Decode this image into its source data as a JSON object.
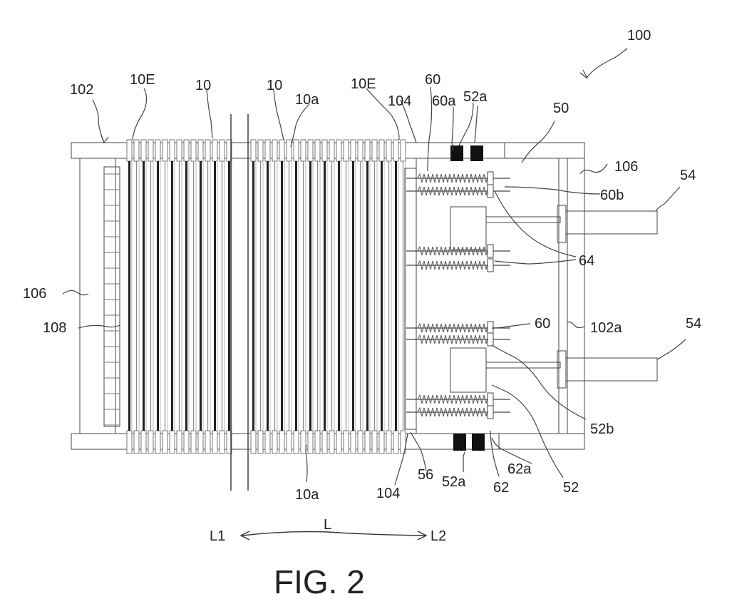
{
  "labels": {
    "l100": "100",
    "l102": "102",
    "l10E_left": "10E",
    "l10_left": "10",
    "l10_right": "10",
    "l10a_top": "10a",
    "l10E_right": "10E",
    "l104_top": "104",
    "l60_top": "60",
    "l60a": "60a",
    "l52a_top": "52a",
    "l50": "50",
    "l106_top": "106",
    "l54_top": "54",
    "l60b": "60b",
    "l64": "64",
    "l106_left": "106",
    "l108": "108",
    "l60_mid": "60",
    "l102a": "102a",
    "l54_mid": "54",
    "l52b": "52b",
    "l62a": "62a",
    "l56": "56",
    "l52a_bottom": "52a",
    "l62": "62",
    "l52": "52",
    "l10a_bottom": "10a",
    "l104_bottom": "104",
    "L1": "L1",
    "L": "L",
    "L2": "L2"
  },
  "caption": "FIG. 2"
}
